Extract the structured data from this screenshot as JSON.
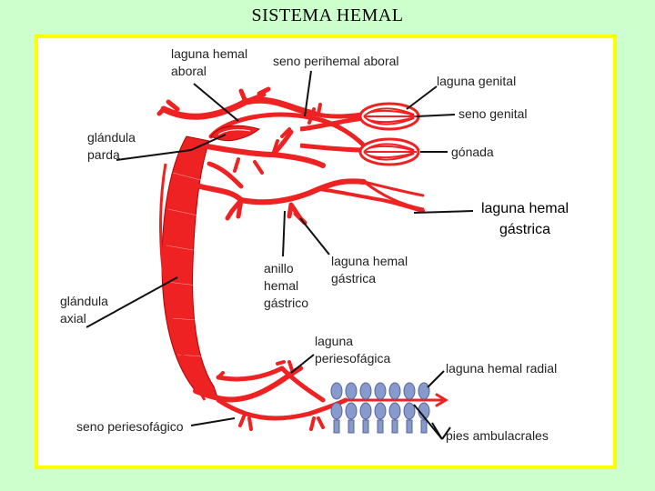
{
  "title": "SISTEMA HEMAL",
  "colors": {
    "background": "#ccffcc",
    "frame_border": "#ffff00",
    "vessel": "#ee2222",
    "tube_feet": "#8899cc",
    "leader": "#111111"
  },
  "labels": {
    "laguna_hemal_aboral": "laguna hemal\naboral",
    "seno_perihemal_aboral": "seno perihemal aboral",
    "laguna_genital": "laguna genital",
    "seno_genital": "seno genital",
    "glandula_parda": "glándula\nparda",
    "gonada": "gónada",
    "laguna_hemal_gastrica_right": "laguna hemal\ngástrica",
    "anillo_hemal_gastrico": "anillo\nhemal\ngástrico",
    "laguna_hemal_gastrica_center": "laguna hemal\ngástrica",
    "glandula_axial": "glándula\naxial",
    "laguna_periesofagica": "laguna\nperiesofágica",
    "laguna_hemal_radial": "laguna hemal radial",
    "seno_periesofagico": "seno periesofágico",
    "pies_ambulacrales": "pies ambulacrales"
  }
}
